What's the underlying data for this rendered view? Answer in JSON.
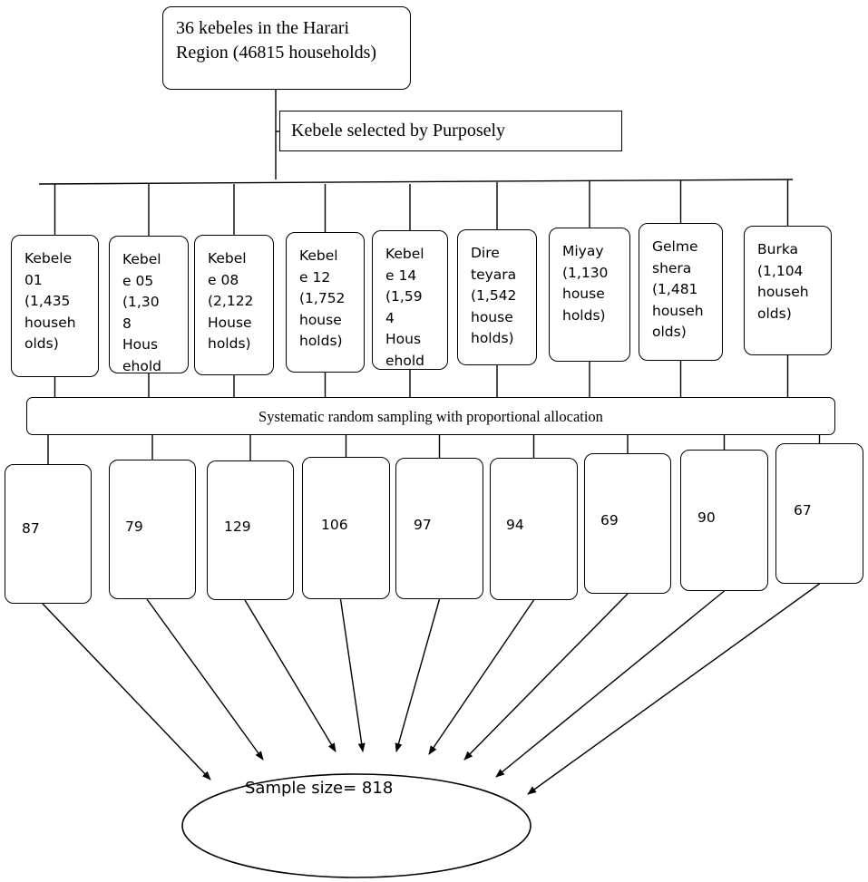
{
  "top": {
    "label": "36 kebeles in the Harari\nRegion (46815 households)"
  },
  "selection": {
    "label": "Kebele selected by Purposely"
  },
  "sampling": {
    "label": "Systematic random sampling with proportional allocation"
  },
  "kebeles": [
    {
      "label": "Kebele\n01\n(1,435\nhouseh\nolds)",
      "sample": "87"
    },
    {
      "label": "Kebel\ne 05\n(1,30\n8\nHous\nehold",
      "sample": "79"
    },
    {
      "label": "Kebel\ne 08\n(2,122\nHouse\nholds)",
      "sample": "129"
    },
    {
      "label": "Kebel\ne 12\n(1,752\nhouse\nholds)",
      "sample": "106"
    },
    {
      "label": "Kebel\ne 14\n(1,59\n4\nHous\nehold",
      "sample": "97"
    },
    {
      "label": "Dire\nteyara\n(1,542\nhouse\nholds)",
      "sample": "94"
    },
    {
      "label": "Miyay\n(1,130\nhouse\nholds)",
      "sample": "69"
    },
    {
      "label": "Gelme\nshera\n(1,481\nhouseh\nolds)",
      "sample": "90"
    },
    {
      "label": "Burka\n(1,104\nhouseh\nolds)",
      "sample": "67"
    }
  ],
  "total": {
    "label": "Sample size= 818"
  }
}
